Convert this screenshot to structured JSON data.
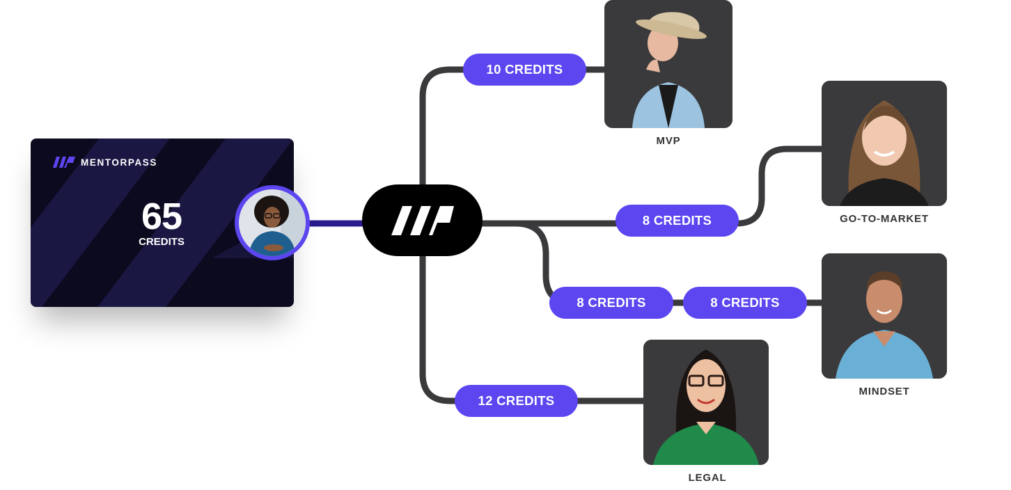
{
  "card": {
    "brand_name": "MENTORPASS",
    "balance_value": "65",
    "balance_unit": "CREDITS"
  },
  "allocations": [
    {
      "credits_label": "10 CREDITS",
      "mentor_topic": "MVP"
    },
    {
      "credits_label": "8 CREDITS",
      "mentor_topic": "GO-TO-MARKET"
    },
    {
      "credits_label": "8 CREDITS",
      "credits_label_2": "8 CREDITS",
      "mentor_topic": "MINDSET"
    },
    {
      "credits_label": "12 CREDITS",
      "mentor_topic": "LEGAL"
    }
  ],
  "colors": {
    "accent": "#5b46f0",
    "connector": "#3a3a3c",
    "card_background": "#0c0a1e",
    "photo_background": "#3a3a3c"
  },
  "icons": {
    "brand_logo": "mentorpass-slashes-logo",
    "hub_logo": "mentorpass-slashes-logo"
  }
}
